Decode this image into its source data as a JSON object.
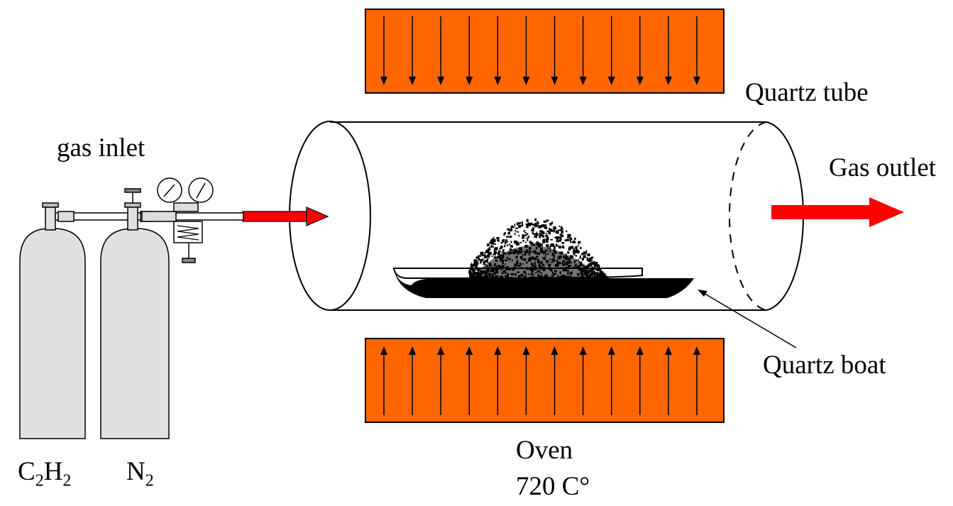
{
  "labels": {
    "quartz_tube": "Quartz tube",
    "gas_inlet": "gas inlet",
    "gas_outlet": "Gas outlet",
    "quartz_boat": "Quartz boat",
    "oven": "Oven",
    "temperature": "720 C°",
    "cylinder_1": {
      "main": "C",
      "sub1": "2",
      "mid": "H",
      "sub2": "2"
    },
    "cylinder_2": {
      "main": "N",
      "sub": "2"
    }
  },
  "colors": {
    "heater": "#ff6600",
    "flow_arrow": "#ff0000",
    "cylinder": "#e0e0e0",
    "outline": "#000000"
  },
  "heater_arrow_count": 12,
  "icons": [
    "gas-cylinder-icon",
    "pressure-gauge-icon",
    "flow-arrow-icon",
    "heat-arrow-icon"
  ]
}
